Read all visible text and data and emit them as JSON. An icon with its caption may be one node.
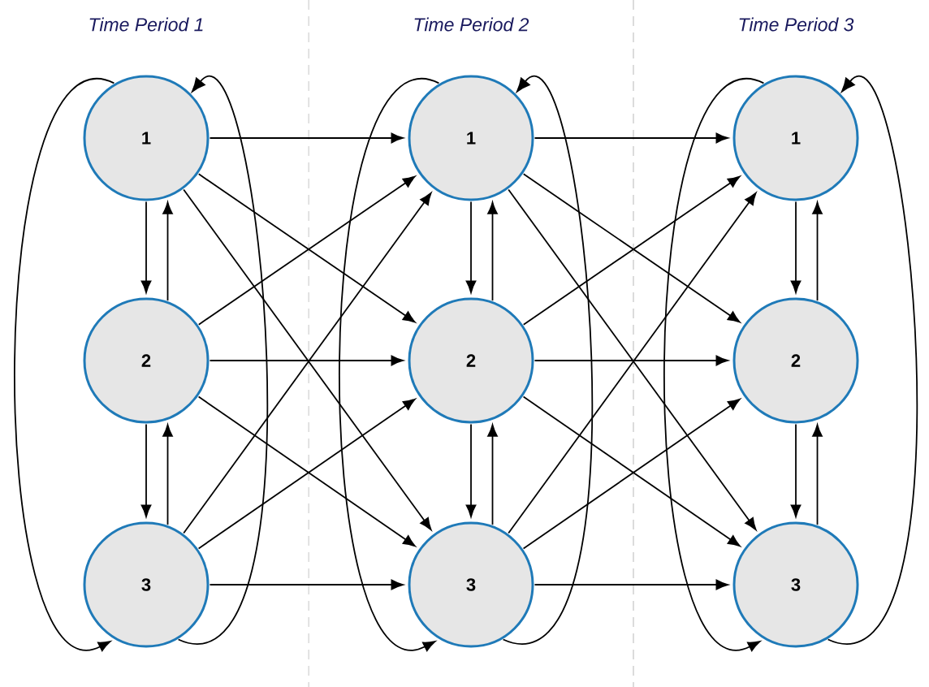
{
  "diagram": {
    "nodes": [
      {
        "text": [
          "1"
        ]
      },
      {
        "text": [
          "2"
        ]
      },
      {
        "text": [
          "3"
        ]
      },
      {
        "text": [
          "1"
        ]
      },
      {
        "text": [
          "2"
        ]
      },
      {
        "text": [
          "3"
        ]
      },
      {
        "text": [
          "1"
        ]
      },
      {
        "text": [
          "2"
        ]
      },
      {
        "text": [
          "3"
        ]
      }
    ],
    "edges": [
      {
        "from": 0,
        "to": 1,
        "arrow": "to"
      },
      {
        "from": 1,
        "to": 0,
        "arrow": "to"
      },
      {
        "from": 1,
        "to": 2,
        "arrow": "to"
      },
      {
        "from": 2,
        "to": 1,
        "arrow": "to"
      },
      {
        "from": 0,
        "to": 2,
        "arrow": "to"
      },
      {
        "from": 2,
        "to": 0,
        "arrow": "to"
      },
      {
        "from": 3,
        "to": 4,
        "arrow": "to"
      },
      {
        "from": 4,
        "to": 3,
        "arrow": "to"
      },
      {
        "from": 4,
        "to": 5,
        "arrow": "to"
      },
      {
        "from": 5,
        "to": 4,
        "arrow": "to"
      },
      {
        "from": 3,
        "to": 5,
        "arrow": "to"
      },
      {
        "from": 5,
        "to": 3,
        "arrow": "to"
      },
      {
        "from": 6,
        "to": 7,
        "arrow": "to"
      },
      {
        "from": 7,
        "to": 6,
        "arrow": "to"
      },
      {
        "from": 7,
        "to": 8,
        "arrow": "to"
      },
      {
        "from": 8,
        "to": 7,
        "arrow": "to"
      },
      {
        "from": 6,
        "to": 8,
        "arrow": "to"
      },
      {
        "from": 8,
        "to": 6,
        "arrow": "to"
      },
      {
        "from": 0,
        "to": 3,
        "arrow": "to"
      },
      {
        "from": 0,
        "to": 4,
        "arrow": "to"
      },
      {
        "from": 0,
        "to": 5,
        "arrow": "to"
      },
      {
        "from": 1,
        "to": 3,
        "arrow": "to"
      },
      {
        "from": 1,
        "to": 4,
        "arrow": "to"
      },
      {
        "from": 1,
        "to": 5,
        "arrow": "to"
      },
      {
        "from": 2,
        "to": 3,
        "arrow": "to"
      },
      {
        "from": 2,
        "to": 4,
        "arrow": "to"
      },
      {
        "from": 2,
        "to": 5,
        "arrow": "to"
      },
      {
        "from": 3,
        "to": 6,
        "arrow": "to"
      },
      {
        "from": 3,
        "to": 7,
        "arrow": "to"
      },
      {
        "from": 3,
        "to": 8,
        "arrow": "to"
      },
      {
        "from": 4,
        "to": 6,
        "arrow": "to"
      },
      {
        "from": 4,
        "to": 7,
        "arrow": "to"
      },
      {
        "from": 4,
        "to": 8,
        "arrow": "to"
      },
      {
        "from": 5,
        "to": 6,
        "arrow": "to"
      },
      {
        "from": 5,
        "to": 7,
        "arrow": "to"
      },
      {
        "from": 5,
        "to": 8,
        "arrow": "to"
      }
    ],
    "labels": [
      "Time Period 1",
      "Time Period 2",
      "Time Period 3"
    ]
  }
}
